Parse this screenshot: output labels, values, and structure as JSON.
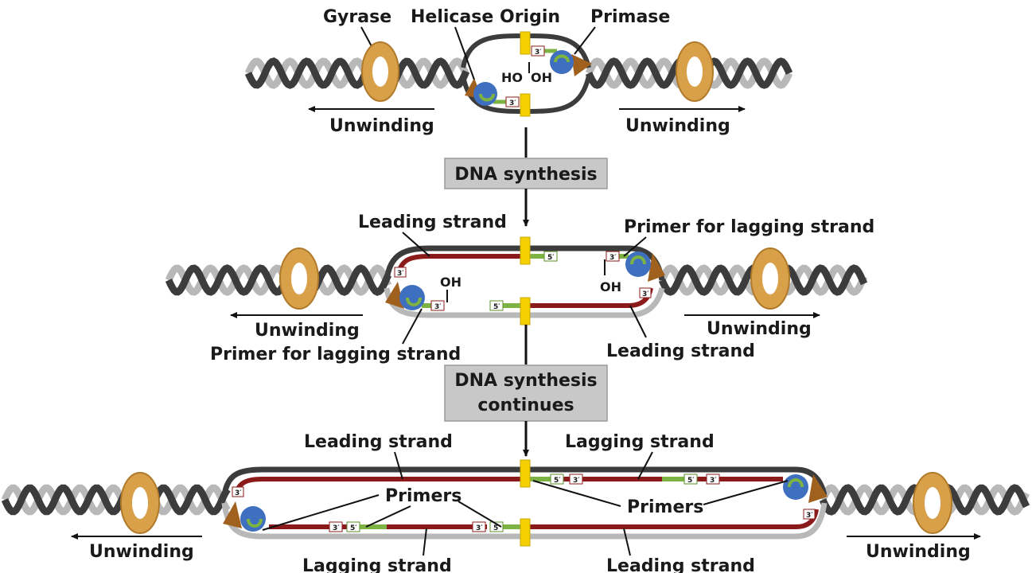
{
  "stage1": {
    "gyrase": "Gyrase",
    "helicase": "Helicase",
    "origin": "Origin",
    "primase": "Primase",
    "ho": "HO",
    "oh": "OH",
    "unwinding_left": "Unwinding",
    "unwinding_right": "Unwinding"
  },
  "step1": {
    "label": "DNA synthesis"
  },
  "stage2": {
    "leading_top": "Leading strand",
    "primer_right": "Primer for lagging strand",
    "oh_left": "OH",
    "oh_right": "OH",
    "unwinding_left": "Unwinding",
    "unwinding_right": "Unwinding",
    "primer_left": "Primer for lagging strand",
    "leading_bottom": "Leading strand"
  },
  "step2": {
    "line1": "DNA synthesis",
    "line2": "continues"
  },
  "stage3": {
    "leading_top": "Leading strand",
    "lagging_top": "Lagging strand",
    "primers_left": "Primers",
    "primers_right": "Primers",
    "unwinding_left": "Unwinding",
    "unwinding_right": "Unwinding",
    "lagging_bottom": "Lagging strand",
    "leading_bottom": "Leading strand"
  },
  "end_tags": {
    "three_prime": "3′",
    "five_prime": "5′"
  },
  "colors": {
    "strand_dark": "#3c3c3c",
    "strand_light": "#b8b8b8",
    "new_strand": "#8b1a1a",
    "primer": "#7cb342",
    "origin": "#f5d000",
    "gyrase": "#d9a04a",
    "helicase_blue": "#3f6fbf",
    "helicase_brown": "#a0601e",
    "step_box": "#c8c8c8"
  }
}
